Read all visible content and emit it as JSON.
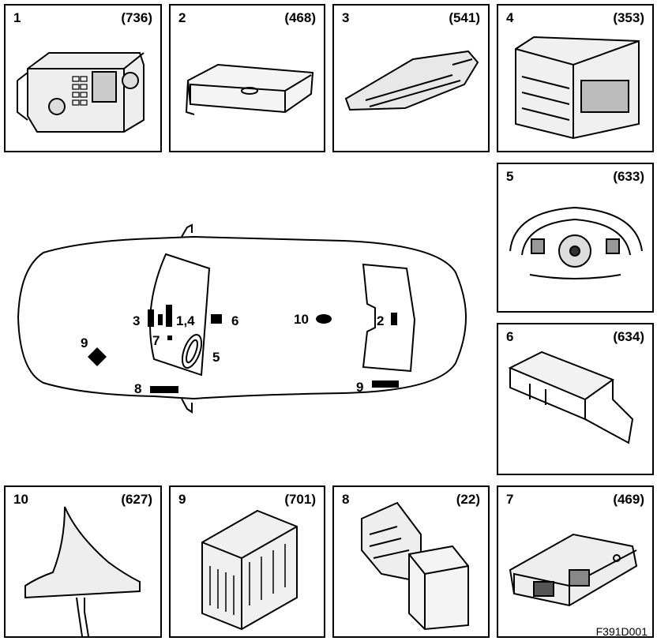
{
  "panels": [
    {
      "num": "1",
      "code": "(736)"
    },
    {
      "num": "2",
      "code": "(468)"
    },
    {
      "num": "3",
      "code": "(541)"
    },
    {
      "num": "4",
      "code": "(353)"
    },
    {
      "num": "5",
      "code": "(633)"
    },
    {
      "num": "6",
      "code": "(634)"
    },
    {
      "num": "10",
      "code": "(627)"
    },
    {
      "num": "9",
      "code": "(701)"
    },
    {
      "num": "8",
      "code": "(22)"
    },
    {
      "num": "7",
      "code": "(469)"
    }
  ],
  "car_labels": {
    "l3": "3",
    "l14": "1,4",
    "l6": "6",
    "l7": "7",
    "l5": "5",
    "l9a": "9",
    "l8": "8",
    "l10": "10",
    "l2": "2",
    "l9b": "9"
  },
  "figure_ref": "F391D001"
}
